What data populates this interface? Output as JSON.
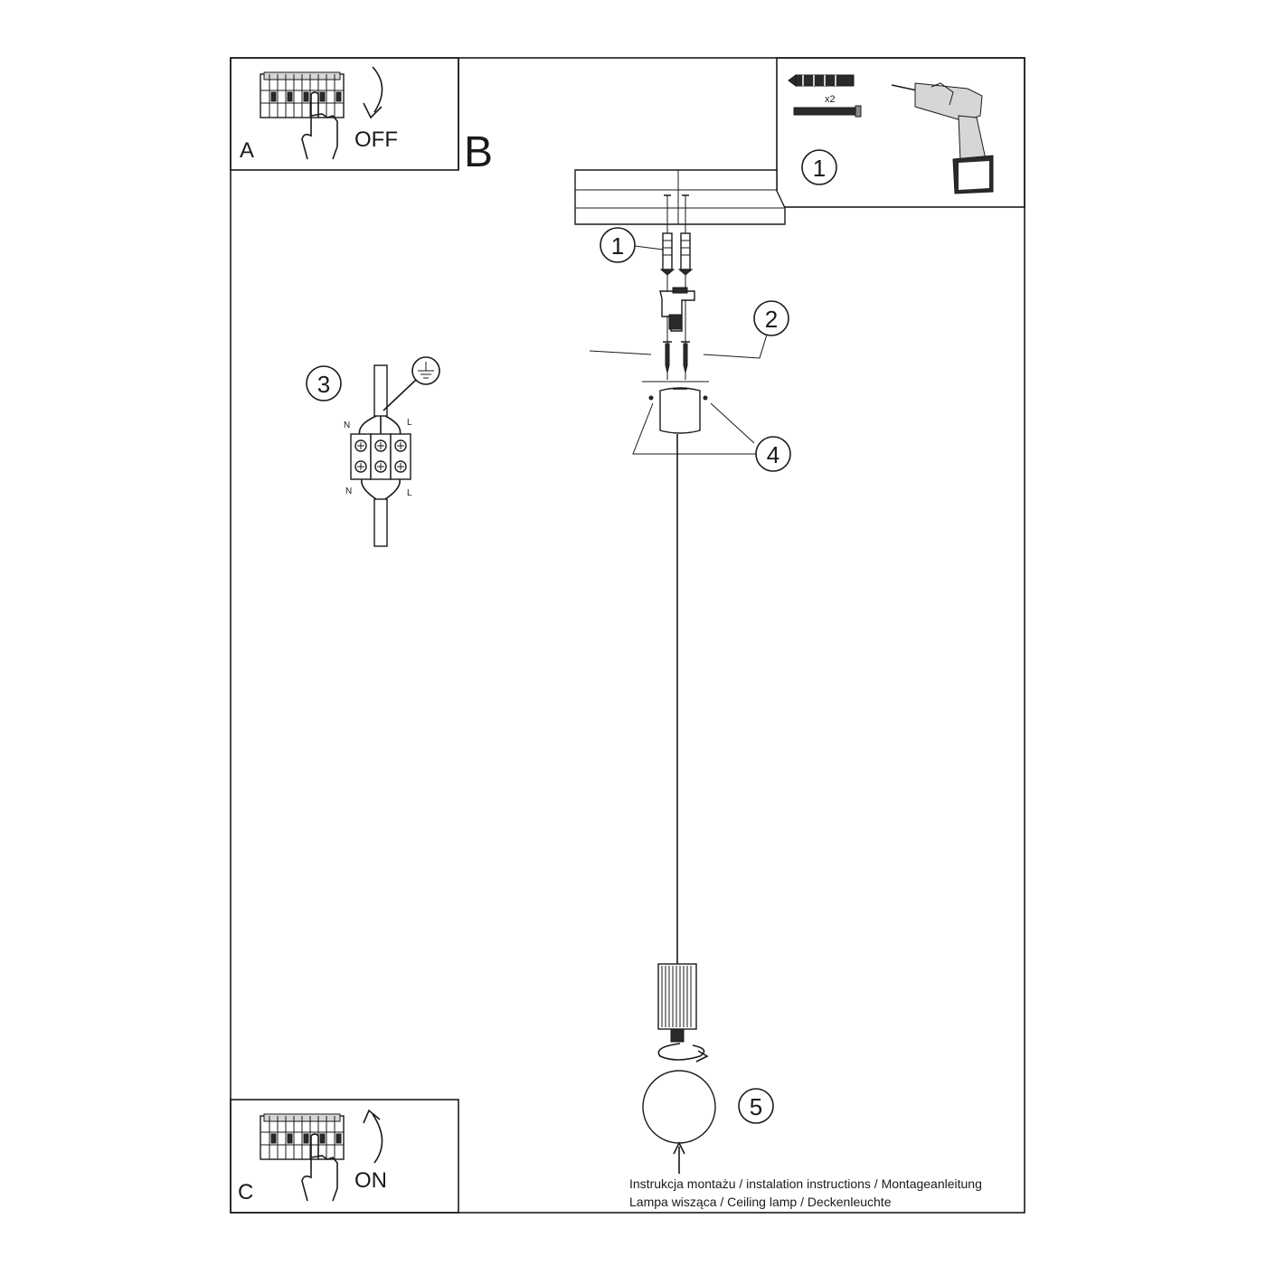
{
  "panels": {
    "a": {
      "letter": "A",
      "label": "OFF"
    },
    "b": {
      "letter": "B"
    },
    "c": {
      "letter": "C",
      "label": "ON"
    }
  },
  "tools": {
    "count_label": "x2",
    "step": "1"
  },
  "steps": {
    "s1": "1",
    "s2": "2",
    "s3": "3",
    "s4": "4",
    "s5": "5"
  },
  "wiring": {
    "neutral": "N",
    "live": "L"
  },
  "footer": {
    "line1": "Instrukcja montażu / instalation instructions / Montageanleitung",
    "line2": "Lampa wisząca / Ceiling lamp / Deckenleuchte"
  }
}
